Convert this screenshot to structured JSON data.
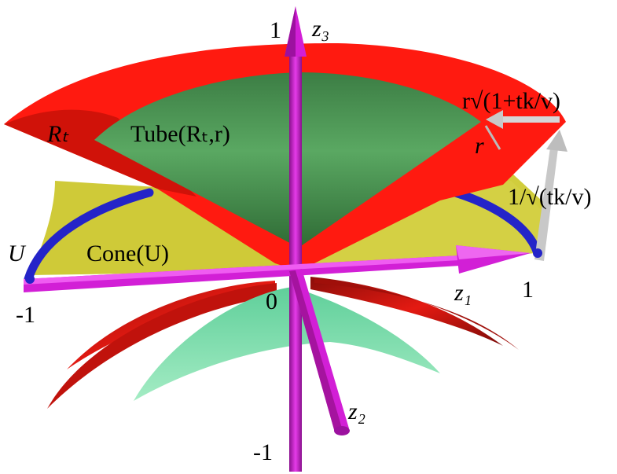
{
  "labels": {
    "z3_tick_top": "1",
    "z3_name": "z₃",
    "R_t": "Rₜ",
    "tube": "Tube(Rₜ,r)",
    "r_sqrt": "r√(1+tk/v)",
    "r": "r",
    "inv_sqrt": "1/√(tk/v)",
    "U": "U",
    "cone": "Cone(U)",
    "x_neg": "-1",
    "x_pos": "1",
    "z1_name": "z₁",
    "origin": "0",
    "z2_name": "z₂",
    "z3_tick_bottom": "-1"
  },
  "colors": {
    "red_surface": "#ff1a10",
    "green_surface": "#4fa35a",
    "yellow_plane": "#d1cd3c",
    "blue_curve": "#2a2ad6",
    "magenta_axis": "#d21fd6",
    "grey_arrow": "#c8c8c8",
    "mint_lower": "#5fcf9a"
  }
}
